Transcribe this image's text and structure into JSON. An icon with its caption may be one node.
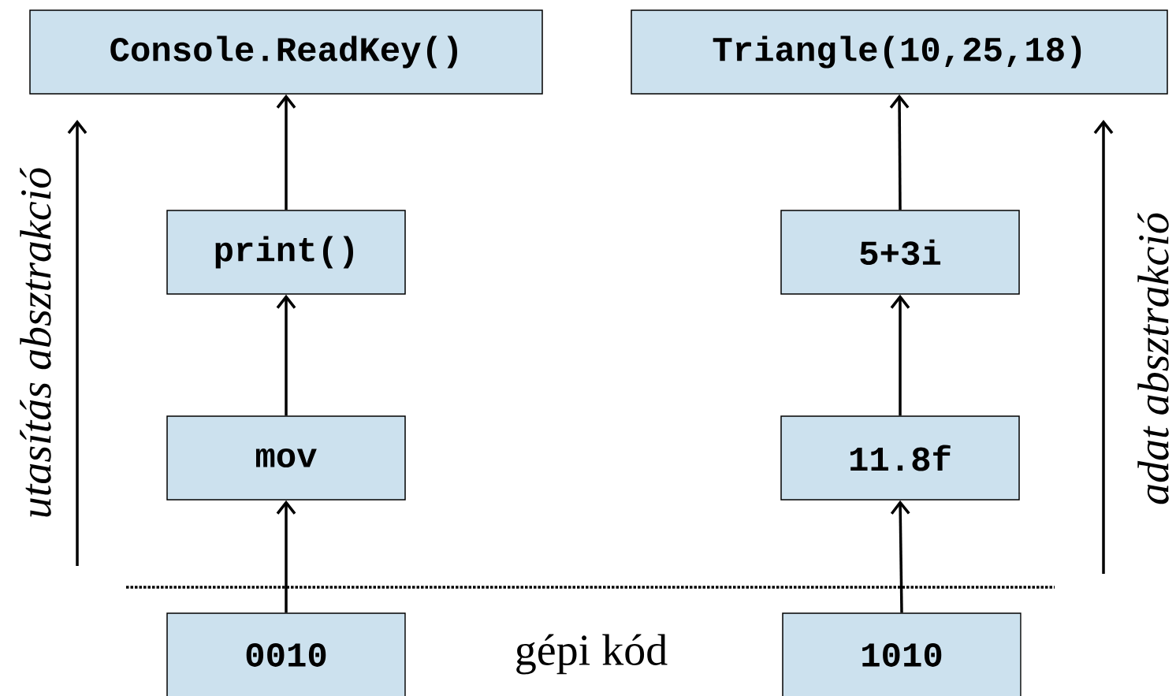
{
  "diagram": {
    "nodes": [
      {
        "text": [
          "Console.ReadKey()"
        ]
      },
      {
        "text": [
          "print()"
        ]
      },
      {
        "text": [
          "mov"
        ]
      },
      {
        "text": [
          "0010"
        ]
      },
      {
        "text": [
          "Triangle(10,25,18)"
        ]
      },
      {
        "text": [
          "5+3i"
        ]
      },
      {
        "text": [
          "11.8f"
        ]
      },
      {
        "text": [
          "1010"
        ]
      }
    ],
    "edges": [
      {
        "from": 3,
        "to": 2,
        "arrow": "to"
      },
      {
        "from": 2,
        "to": 1,
        "arrow": "to"
      },
      {
        "from": 1,
        "to": 0,
        "arrow": "to"
      },
      {
        "from": 7,
        "to": 6,
        "arrow": "to"
      },
      {
        "from": 6,
        "to": 5,
        "arrow": "to"
      },
      {
        "from": 5,
        "to": 4,
        "arrow": "to"
      }
    ],
    "labels": [
      "utasítás absztrakció",
      "adat absztrakció",
      "gépi kód"
    ]
  }
}
